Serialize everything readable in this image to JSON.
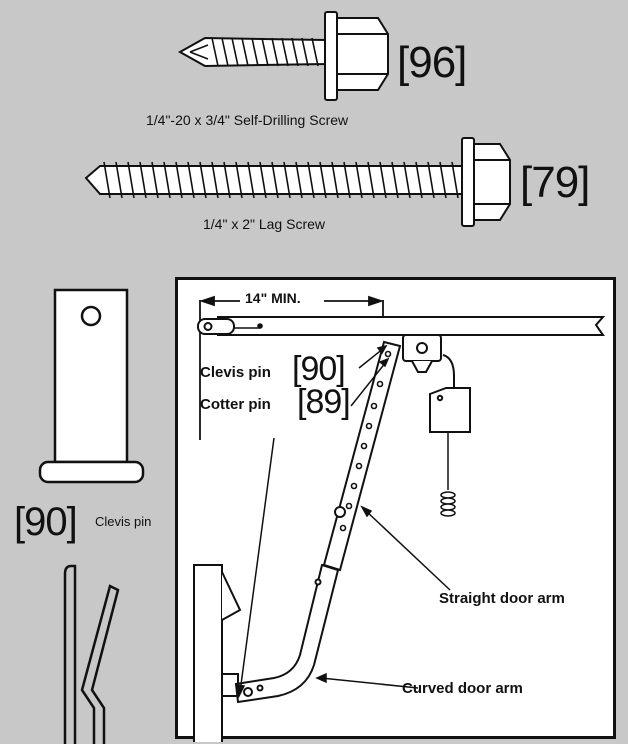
{
  "top": {
    "screw1": {
      "part_number": "[96]",
      "caption": "1/4\"-20 x 3/4\" Self-Drilling Screw"
    },
    "screw2": {
      "part_number": "[79]",
      "caption": "1/4\" x 2\" Lag Screw"
    }
  },
  "left": {
    "clevis": {
      "part_number": "[90]",
      "caption": "Clevis pin"
    }
  },
  "panel": {
    "dimension": "14\" MIN.",
    "clevis_label": "Clevis pin",
    "clevis_num": "[90]",
    "cotter_label": "Cotter pin",
    "cotter_num": "[89]",
    "straight_arm": "Straight door arm",
    "curved_arm": "Curved door arm"
  }
}
